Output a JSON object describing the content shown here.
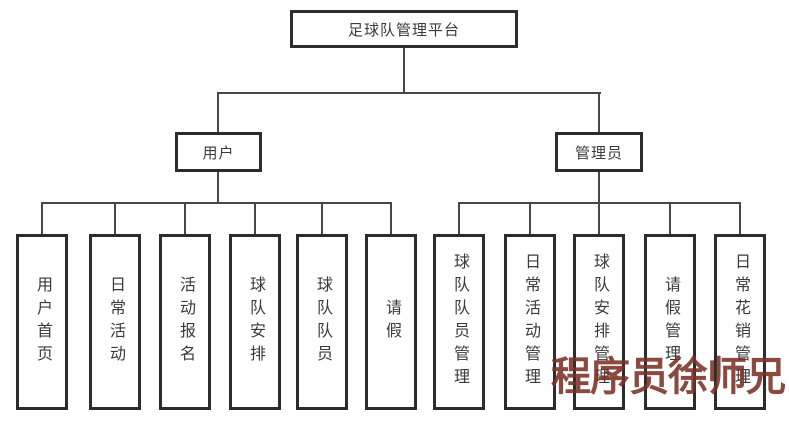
{
  "diagram": {
    "title": "足球队管理平台",
    "root": {
      "label": "足球队管理平台"
    },
    "branches": [
      {
        "label": "用户",
        "children": [
          "用户首页",
          "日常活动",
          "活动报名",
          "球队安排",
          "球队队员",
          "请假"
        ]
      },
      {
        "label": "管理员",
        "children": [
          "球队队员管理",
          "日常活动管理",
          "球队安排管理",
          "请假管理",
          "日常花销管理"
        ]
      }
    ],
    "watermark": "程序员徐师兄",
    "colors": {
      "node_border": "#2c2c2c",
      "connector_line": "#474747",
      "node_text": "#3a3a3a",
      "watermark": "#7b3126",
      "background": "#ffffff"
    }
  }
}
